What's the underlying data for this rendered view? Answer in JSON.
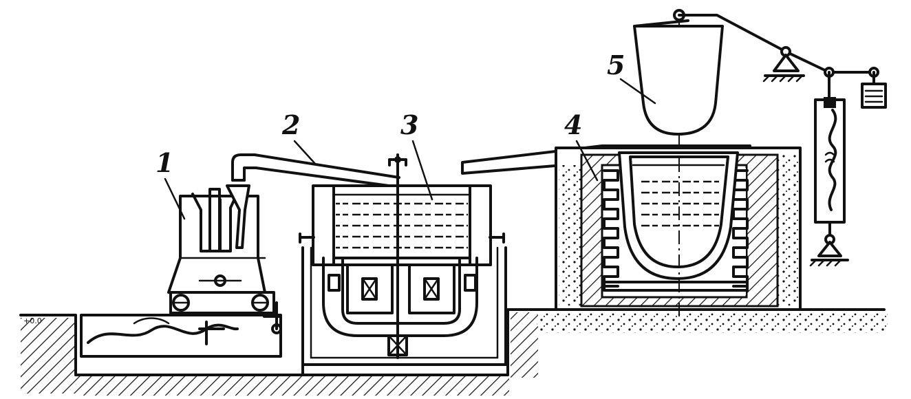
{
  "diagram": {
    "labels": [
      {
        "id": "1",
        "text": "1"
      },
      {
        "id": "2",
        "text": "2"
      },
      {
        "id": "3",
        "text": "3"
      },
      {
        "id": "4",
        "text": "4"
      },
      {
        "id": "5",
        "text": "5"
      }
    ],
    "line_color": "#111111",
    "background": "#ffffff"
  }
}
